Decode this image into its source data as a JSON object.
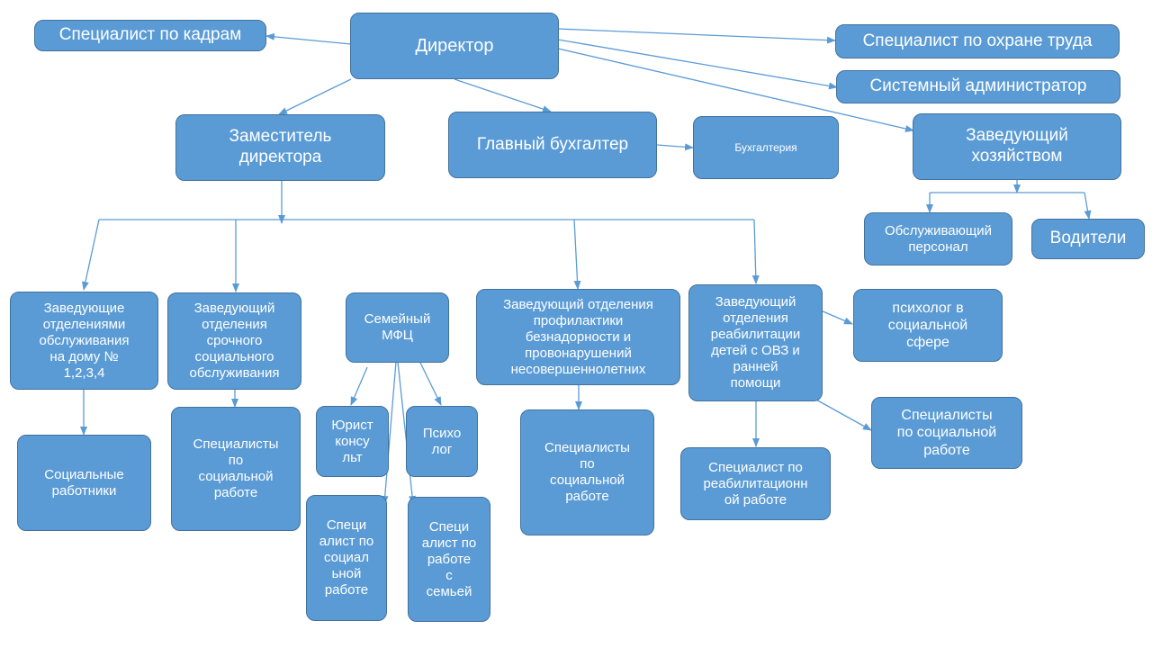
{
  "nodes": {
    "director": "Директор",
    "hr": "Специалист по кадрам",
    "safety": "Специалист по охране труда",
    "sysadmin": "Системный администратор",
    "deputy": "Заместитель\nдиректора",
    "chief_accountant": "Главный бухгалтер",
    "accounting": "Бухгалтерия",
    "household": "Заведующий\nхозяйством",
    "service_staff": "Обслуживающий\nперсонал",
    "drivers": "Водители",
    "home_heads": "Заведующие\nотделениями\nобслуживания\nна дому №\n1,2,3,4",
    "urgent_head": "Заведующий\nотделения\nсрочного\nсоциального\nобслуживания",
    "family_mfc": "Семейный\nМФЦ",
    "prevention_head": "Заведующий отделения\nпрофилактики\nбезнадорности и\nпровонарушений\nнесовершеннолетних",
    "rehab_head": "Заведующий\nотделения\nреабилитации\nдетей с ОВЗ и\nранней\nпомощи",
    "psychologist_social": "психолог в\nсоциальной\nсфере",
    "social_workers": "Социальные\nработники",
    "urgent_specialists": "Специалисты\nпо\nсоциальной\nработе",
    "lawyer": "Юрист\nконсу\nльт",
    "psychologist": "Психо\nлог",
    "mfc_social_specialist": "Специ\nалист по\nсоциал\nьной\nработе",
    "family_specialist": "Специ\nалист по\nработе\nс\nсемьей",
    "prevention_specialists": "Специалисты\nпо\nсоциальной\nработе",
    "rehab_specialist": "Специалист по\nреабилитационн\nой работе",
    "rehab_social_specialists": "Специалисты\nпо социальной\nработе"
  }
}
